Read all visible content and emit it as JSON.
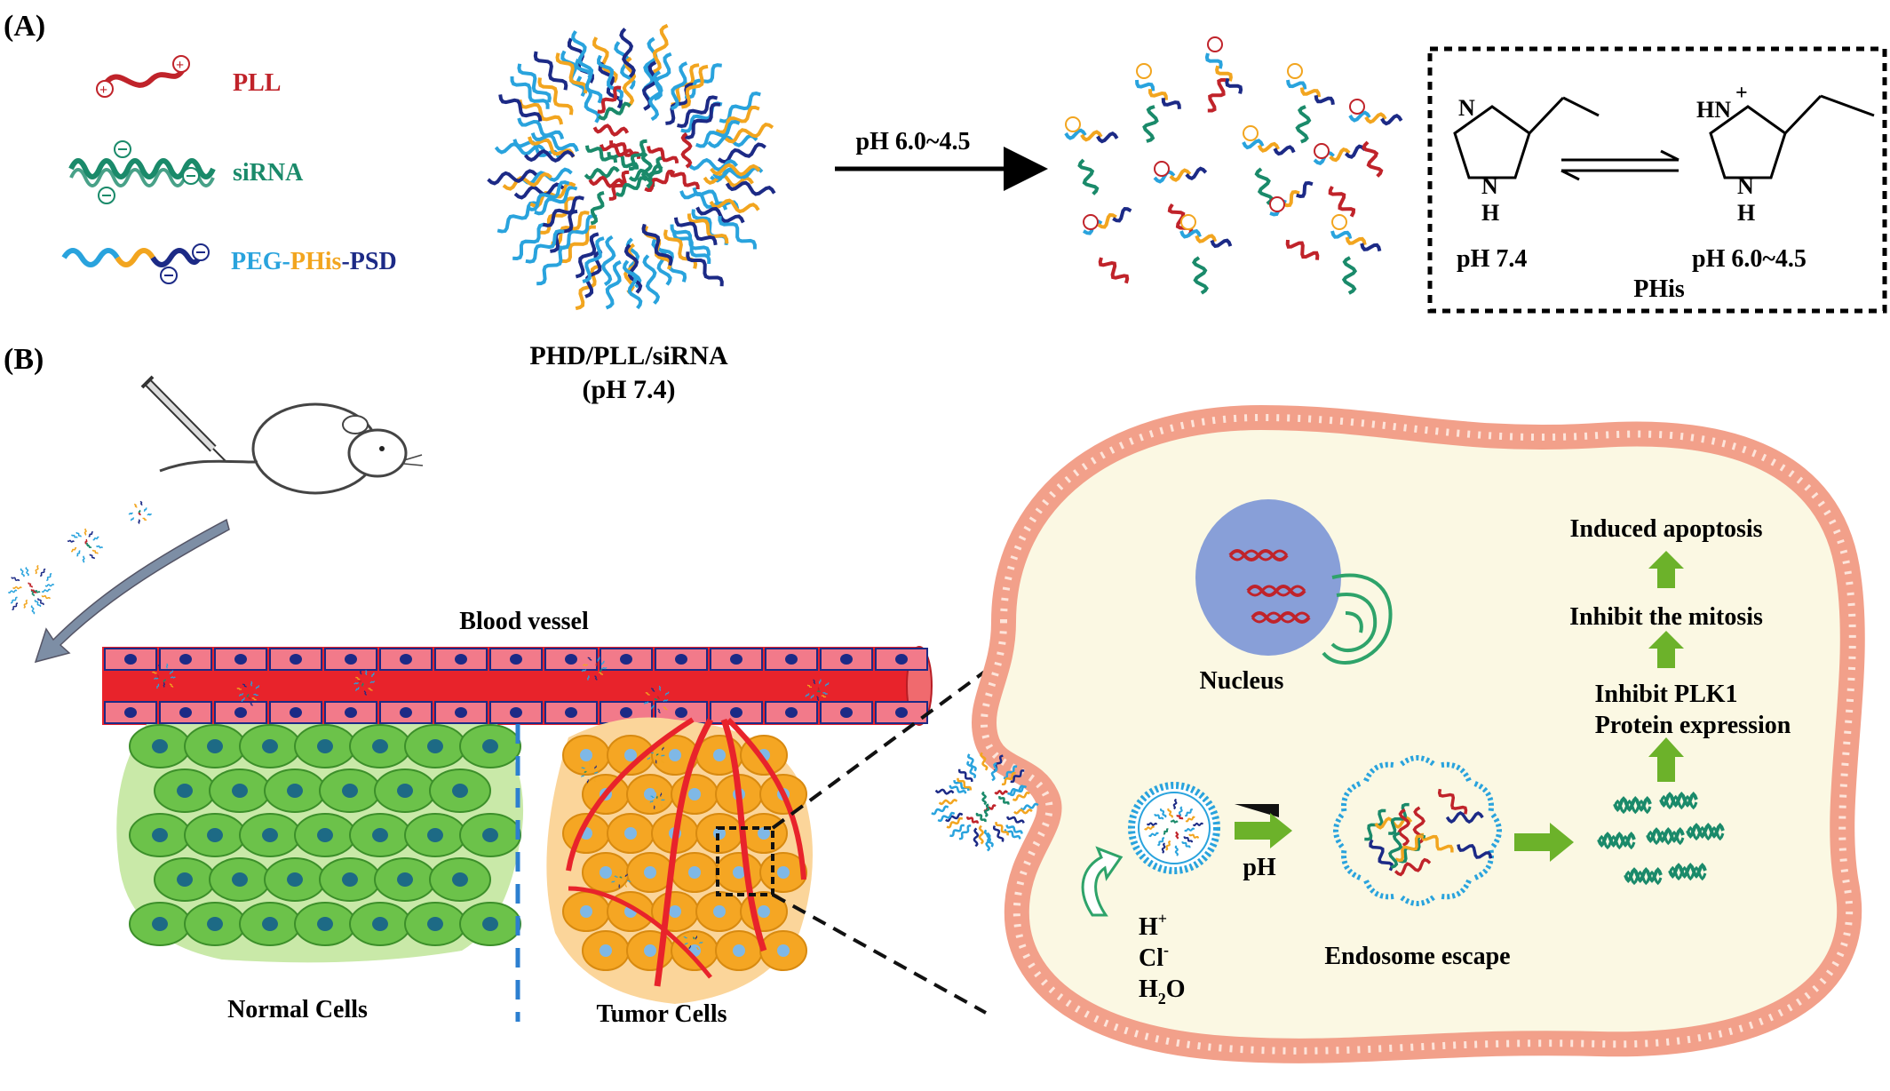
{
  "panel_a": {
    "label": "(A)",
    "legend": {
      "pll": "PLL",
      "sirna": "siRNA",
      "peg": "PEG-",
      "phis": "PHis",
      "dash": "-",
      "psd": "PSD"
    },
    "micelle_caption_1": "PHD/PLL/siRNA",
    "micelle_caption_2": "(pH 7.4)",
    "arrow_label": "pH 6.0~4.5",
    "chem": {
      "left_n_top": "N",
      "left_n_bottom": "N",
      "left_h": "H",
      "left_ph": "pH 7.4",
      "right_n_top": "HN",
      "right_plus": "+",
      "right_n_bottom": "N",
      "right_h": "H",
      "right_ph": "pH 6.0~4.5",
      "name": "PHis"
    }
  },
  "panel_b": {
    "label": "(B)",
    "blood_vessel": "Blood vessel",
    "normal_cells": "Normal Cells",
    "tumor_cells": "Tumor Cells",
    "nucleus": "Nucleus",
    "ph": "pH",
    "endosome_escape": "Endosome escape",
    "ions": {
      "h": "H",
      "h_sup": "+",
      "cl": "Cl",
      "cl_sup": "-",
      "h2o_a": "H",
      "h2o_sub": "2",
      "h2o_b": "O"
    },
    "steps": {
      "apoptosis": "Induced apoptosis",
      "mitosis": "Inhibit the mitosis",
      "plk1": "Inhibit PLK1",
      "protein": "Protein expression"
    }
  },
  "colors": {
    "pll": "#c0232a",
    "sirna": "#1a8a6a",
    "peg": "#29a3dd",
    "phis": "#f2a51f",
    "psd": "#1c2a86",
    "vessel": "#e8232b",
    "normal": "#6cc24a",
    "tumor": "#f5a623",
    "nucleus": "#7b95d6",
    "membrane": "#f2a08a",
    "cytoplasm": "#fbf8e3",
    "arrow_green": "#6cb22a"
  }
}
